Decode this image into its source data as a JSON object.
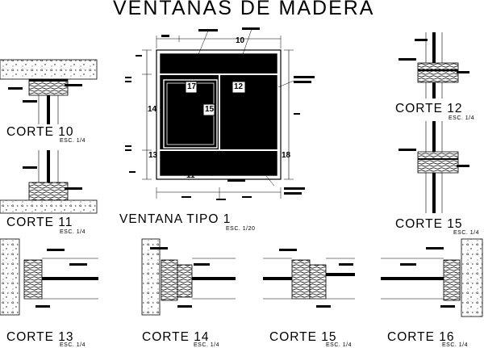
{
  "drawing": {
    "title": "VENTANAS DE MADERA",
    "window_type": {
      "caption": "VENTANA TIPO 1",
      "scale": "ESC. 1/20"
    },
    "labels": [
      "10",
      "17",
      "12",
      "14",
      "15",
      "13",
      "11",
      "18"
    ],
    "sections": [
      {
        "caption": "CORTE 10",
        "scale": "ESC. 1/4"
      },
      {
        "caption": "CORTE 11",
        "scale": "ESC. 1/4"
      },
      {
        "caption": "CORTE 12",
        "scale": "ESC. 1/4"
      },
      {
        "caption": "CORTE 15",
        "scale": "ESC. 1/4"
      },
      {
        "caption": "CORTE 13",
        "scale": "ESC. 1/4"
      },
      {
        "caption": "CORTE 14",
        "scale": "ESC. 1/4"
      },
      {
        "caption": "CORTE 15",
        "scale": "ESC. 1/4"
      },
      {
        "caption": "CORTE 16",
        "scale": "ESC. 1/4"
      }
    ]
  }
}
